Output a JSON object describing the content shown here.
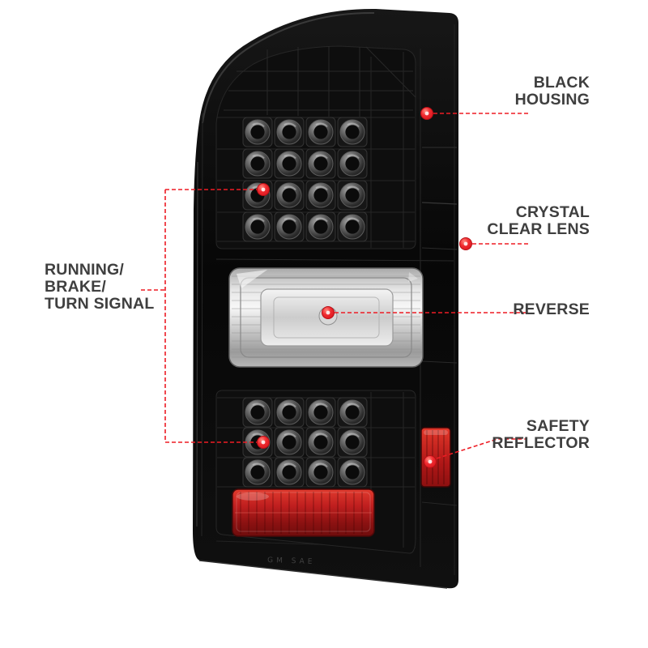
{
  "page": {
    "background": "#ffffff",
    "accent_color": "#ed1c24",
    "label_color": "#3f3f3f"
  },
  "callouts": {
    "black_housing": {
      "lines": [
        "BLACK",
        "HOUSING"
      ]
    },
    "crystal_clear_lens": {
      "lines": [
        "CRYSTAL",
        "CLEAR LENS"
      ]
    },
    "reverse": {
      "lines": [
        "REVERSE"
      ]
    },
    "safety_reflector": {
      "lines": [
        "SAFETY",
        "REFLECTOR"
      ]
    },
    "running_brake_turn_signal": {
      "lines": [
        "RUNNING/",
        "BRAKE/",
        "TURN SIGNAL"
      ]
    }
  },
  "image": {
    "marking": "GM  SAE"
  }
}
